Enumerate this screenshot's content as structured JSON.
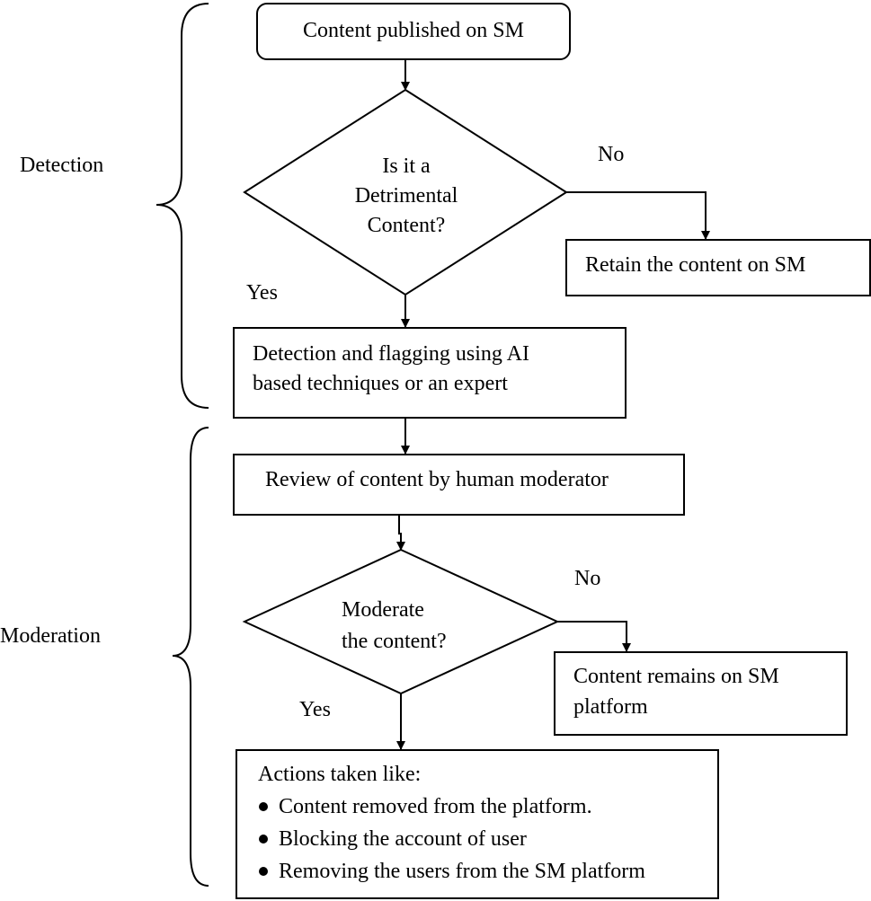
{
  "phases": {
    "detection": "Detection",
    "moderation": "Moderation"
  },
  "nodes": {
    "start": "Content published on SM",
    "decision1": [
      "Is it a",
      "Detrimental",
      "Content?"
    ],
    "retain": "Retain the content on SM",
    "flagging": [
      "Detection and flagging using AI",
      "based techniques or an expert"
    ],
    "review": "Review of content by human moderator",
    "decision2": [
      "Moderate",
      "the content?"
    ],
    "remains": [
      "Content remains on SM",
      "platform"
    ],
    "actions": {
      "heading": "Actions taken like:",
      "items": [
        "Content removed from the platform.",
        "Blocking the account of user",
        "Removing the users from the SM platform"
      ]
    }
  },
  "edge_labels": {
    "d1_no": "No",
    "d1_yes": "Yes",
    "d2_no": "No",
    "d2_yes": "Yes"
  }
}
